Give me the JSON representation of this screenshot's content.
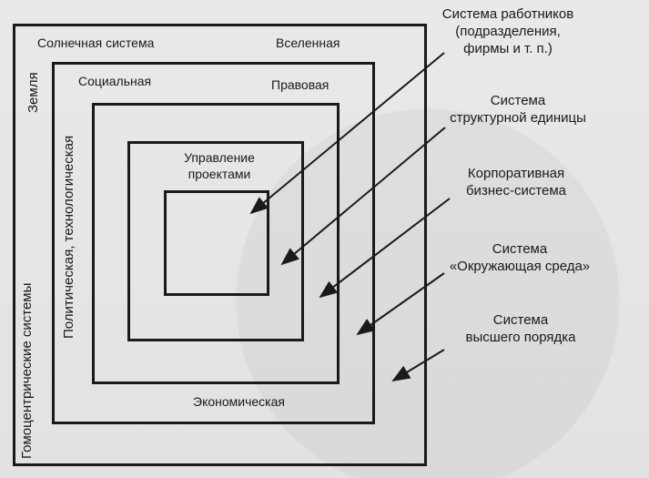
{
  "labels": {
    "solar_system": "Солнечная система",
    "universe": "Вселенная",
    "earth": "Земля",
    "homocentric": "Гомоцентрические системы",
    "social": "Социальная",
    "legal": "Правовая",
    "political": "Политическая, технологическая",
    "project_mgmt_line1": "Управление",
    "project_mgmt_line2": "проектами",
    "economic": "Экономическая"
  },
  "annotations": [
    {
      "line1": "Система работников",
      "line2": "(подразделения,",
      "line3": "фирмы и т. п.)"
    },
    {
      "line1": "Система",
      "line2": "структурной единицы"
    },
    {
      "line1": "Корпоративная",
      "line2": "бизнес-система"
    },
    {
      "line1": "Система",
      "line2": "«Окружающая среда»"
    },
    {
      "line1": "Система",
      "line2": "высшего порядка"
    }
  ]
}
